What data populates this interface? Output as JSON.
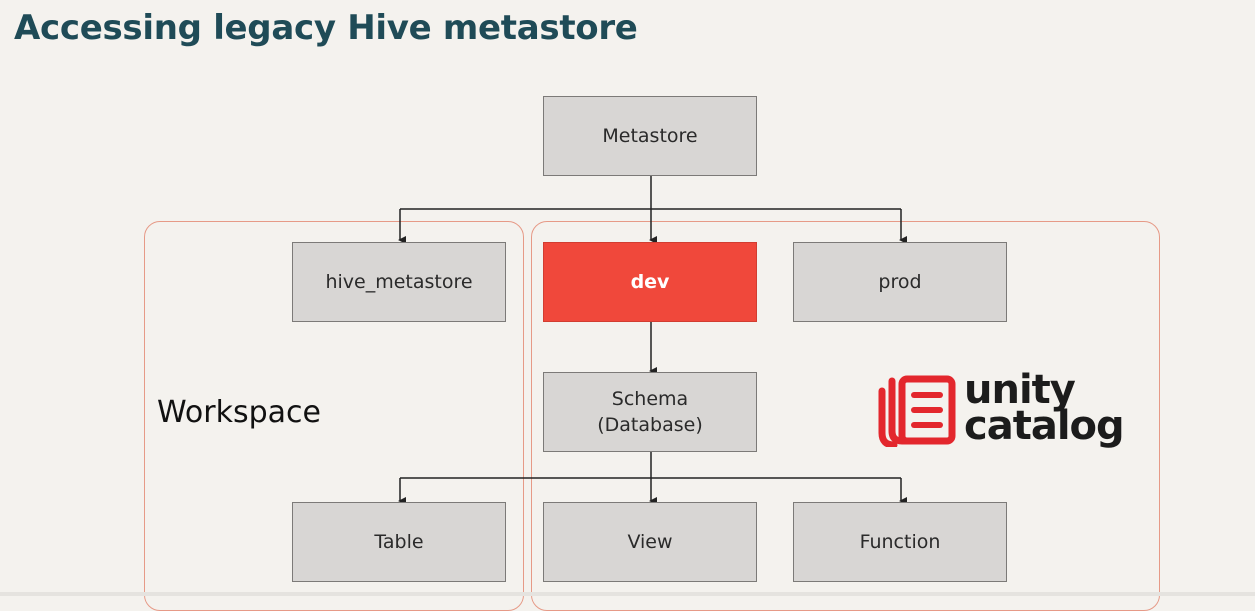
{
  "slide": {
    "title": "Accessing legacy Hive metastore"
  },
  "diagram": {
    "nodes": {
      "metastore": "Metastore",
      "hive_metastore": "hive_metastore",
      "dev": "dev",
      "prod": "prod",
      "schema": "Schema\n(Database)",
      "table": "Table",
      "view": "View",
      "function": "Function"
    },
    "workspace_label": "Workspace",
    "logo_text": "unity\ncatalog"
  },
  "colors": {
    "highlight": "#f0483b",
    "region_border": "#e69a87",
    "title": "#1f4b57",
    "box_fill": "#d8d6d4"
  },
  "icons": [
    "unity-catalog-icon",
    "arrow-icon"
  ]
}
